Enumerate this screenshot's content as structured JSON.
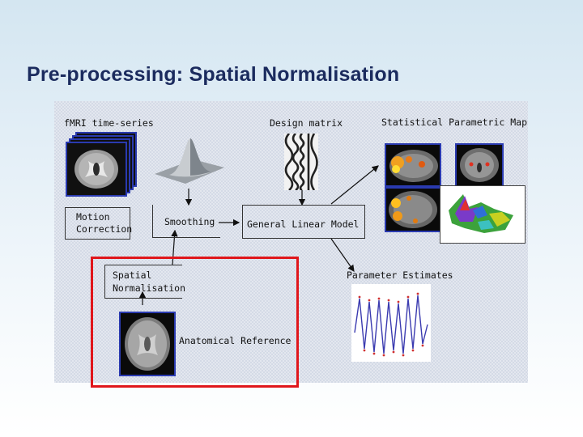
{
  "slide": {
    "title": "Pre-processing: Spatial Normalisation"
  },
  "pipeline": {
    "fmri_series_label": "fMRI time-series",
    "design_matrix_label": "Design matrix",
    "spm_label": "Statistical Parametric Map",
    "motion_correction_line1": "Motion",
    "motion_correction_line2": "Correction",
    "smoothing_label": "Smoothing",
    "glm_label": "General Linear Model",
    "spatial_norm_line1": "Spatial",
    "spatial_norm_line2": "Normalisation",
    "param_estimates_label": "Parameter Estimates",
    "anatomical_ref_label": "Anatomical Reference"
  },
  "colors": {
    "title": "#1b2b5e",
    "highlight": "#e0161b",
    "image_border": "#2a3ab0"
  }
}
